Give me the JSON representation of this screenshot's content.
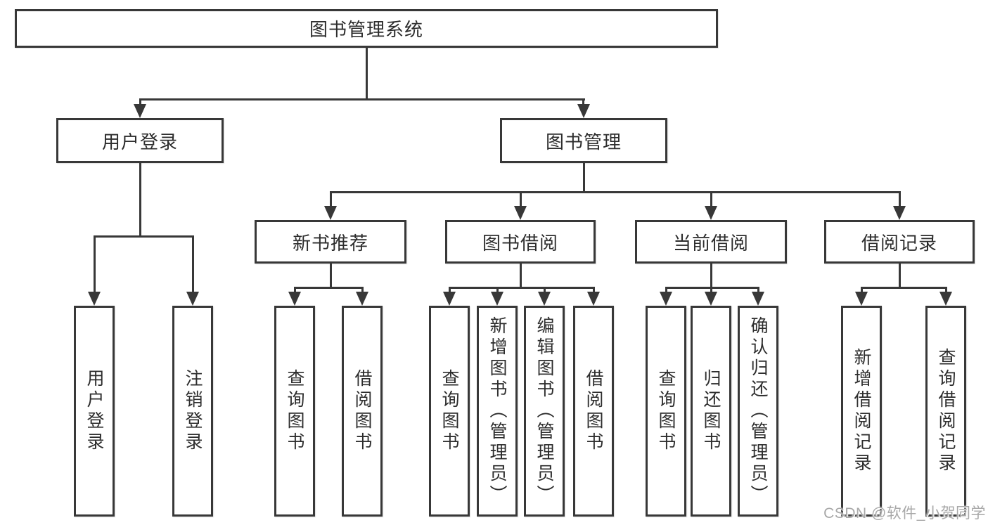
{
  "diagram_type": "hierarchy-diagram",
  "tree": {
    "root": {
      "label": "图书管理系统",
      "children": [
        {
          "label": "用户登录",
          "children": [
            {
              "label": "用户登录"
            },
            {
              "label": "注销登录"
            }
          ]
        },
        {
          "label": "图书管理",
          "children": [
            {
              "label": "新书推荐",
              "children": [
                {
                  "label": "查询图书"
                },
                {
                  "label": "借阅图书"
                }
              ]
            },
            {
              "label": "图书借阅",
              "children": [
                {
                  "label": "查询图书"
                },
                {
                  "label": "新增图书（管理员）"
                },
                {
                  "label": "编辑图书（管理员）"
                },
                {
                  "label": "借阅图书"
                }
              ]
            },
            {
              "label": "当前借阅",
              "children": [
                {
                  "label": "查询图书"
                },
                {
                  "label": "归还图书"
                },
                {
                  "label": "确认归还（管理员）"
                }
              ]
            },
            {
              "label": "借阅记录",
              "children": [
                {
                  "label": "新增借阅记录"
                },
                {
                  "label": "查询借阅记录"
                }
              ]
            }
          ]
        }
      ]
    }
  },
  "watermark": {
    "text": "CSDN @软件_小贺同学"
  },
  "colors": {
    "line": "#383838",
    "text": "#2d2d2d",
    "watermark": "#a8a8a8",
    "background": "#ffffff"
  }
}
